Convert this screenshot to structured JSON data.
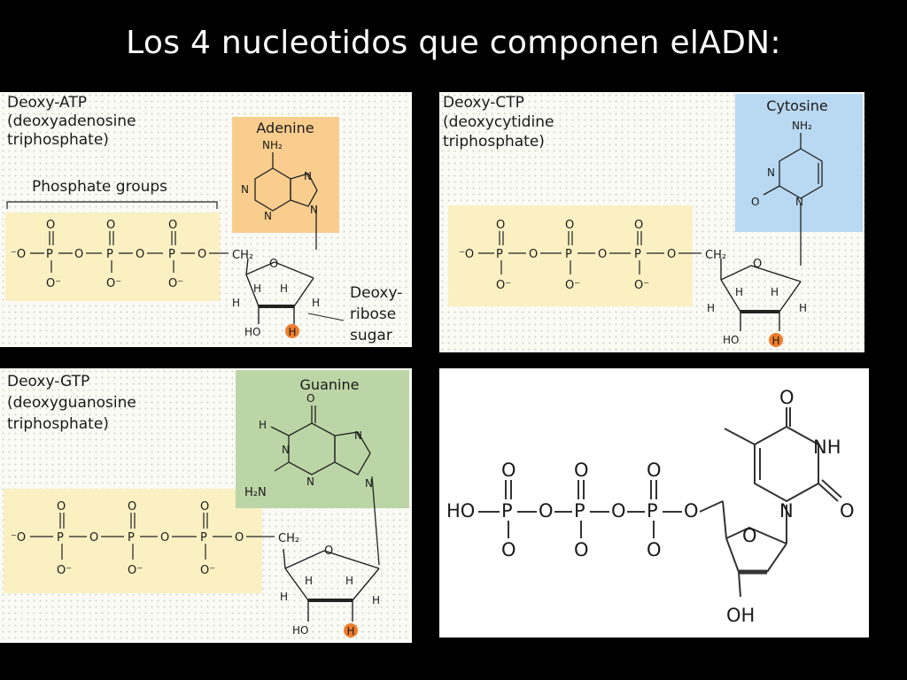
{
  "title": "Los 4 nucleotidos que componen elADN:",
  "colors": {
    "phosphate_bg": "#faf0c2",
    "adenine_bg": "#f8cd8e",
    "cytosine_bg": "#b9d8f1",
    "guanine_bg": "#bcd5a6",
    "highlight_h": "#f07d2b"
  },
  "atp": {
    "name_line1": "Deoxy-ATP",
    "name_line2": "(deoxyadenosine",
    "name_line3": "triphosphate)",
    "base_label": "Adenine",
    "base_amine": "NH₂",
    "phosphate_label": "Phosphate groups",
    "sugar_label_line1": "Deoxy-",
    "sugar_label_line2": "ribose",
    "sugar_label_line3": "sugar"
  },
  "ctp": {
    "name_line1": "Deoxy-CTP",
    "name_line2": "(deoxycytidine",
    "name_line3": "triphosphate)",
    "base_label": "Cytosine",
    "base_amine": "NH₂"
  },
  "gtp": {
    "name_line1": "Deoxy-GTP",
    "name_line2": "(deoxyguanosine",
    "name_line3": "triphosphate)",
    "base_label": "Guanine",
    "base_amine": "H₂N"
  },
  "labels": {
    "phosphate_o": "O",
    "phosphate_o_minus": "O⁻",
    "phosphate_o_minus_left": "⁻O",
    "phosphorus": "P",
    "ch2": "CH₂",
    "hydrogen": "H",
    "ho": "HO",
    "oh": "OH",
    "nitrogen": "N",
    "nh": "NH",
    "oxygen": "O"
  }
}
